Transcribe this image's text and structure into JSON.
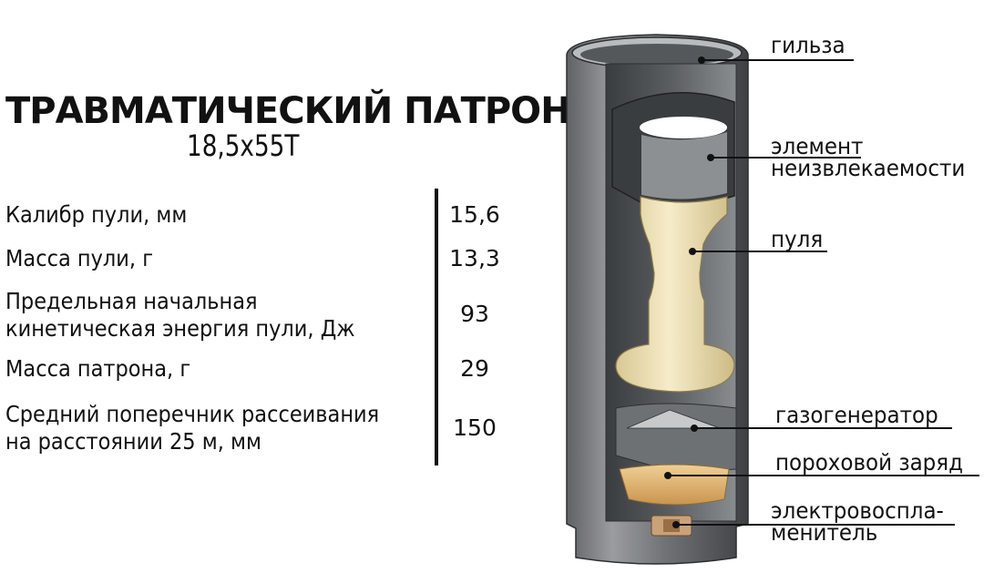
{
  "title": "ТРАВМАТИЧЕСКИЙ  ПАТРОН",
  "subtitle": "18,5х55Т",
  "specs": [
    {
      "label_lines": [
        "Калибр пули, мм"
      ],
      "value": "15,6"
    },
    {
      "label_lines": [
        "Масса пули, г"
      ],
      "value": "13,3"
    },
    {
      "label_lines": [
        "Предельная начальная",
        "кинетическая энергия пули, Дж"
      ],
      "value": "93"
    },
    {
      "label_lines": [
        "Масса патрона, г"
      ],
      "value": "29"
    },
    {
      "label_lines": [
        "Средний поперечник рассеивания",
        "на расстоянии 25 м, мм"
      ],
      "value": "150"
    }
  ],
  "callouts": [
    {
      "lines": [
        "гильза"
      ]
    },
    {
      "lines": [
        "элемент",
        "неизвлекаемости"
      ]
    },
    {
      "lines": [
        "пуля"
      ]
    },
    {
      "lines": [
        "газогенератор"
      ]
    },
    {
      "lines": [
        "пороховой заряд"
      ]
    },
    {
      "lines": [
        "электровоспла-",
        "менитель"
      ]
    }
  ],
  "colors": {
    "case_metal": "#7a7d80",
    "case_dark": "#45484b",
    "retainer": "#3c3f42",
    "bullet": "#efe2b8",
    "powder": "#e3b978",
    "text": "#111111"
  }
}
